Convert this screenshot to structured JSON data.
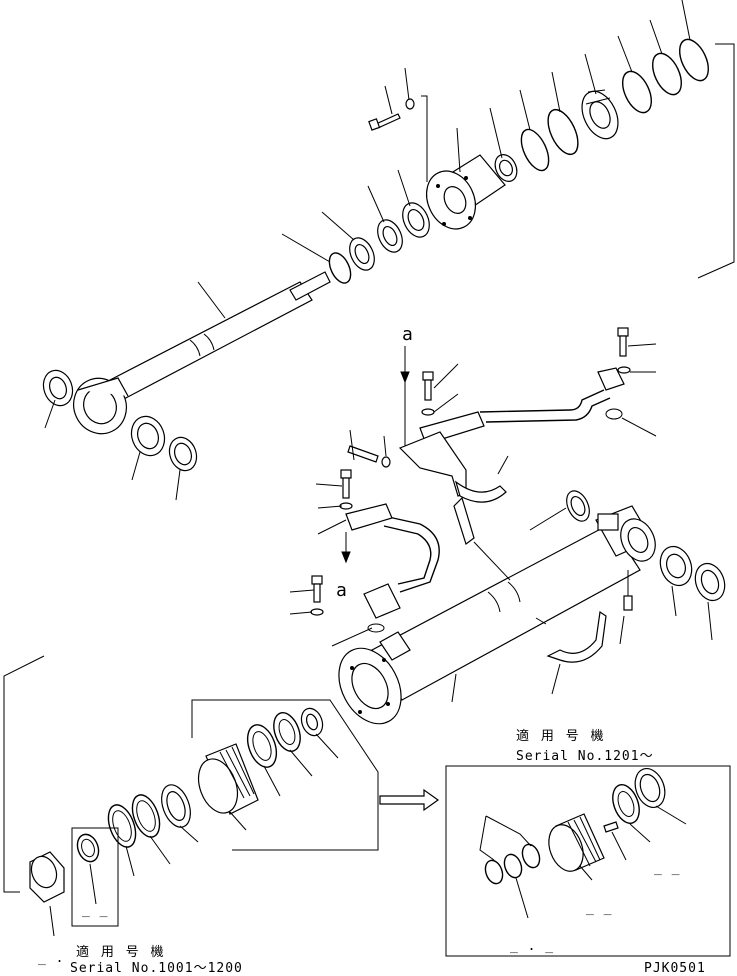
{
  "labels": {
    "view_a_top": "a",
    "view_a_bottom": "a",
    "serial_left_jp": "適 用 号 機",
    "serial_left": "Serial No.1001～1200",
    "serial_right_jp": "適 用 号 機",
    "serial_right": "Serial No.1201～",
    "drawing_code": "PJK0501",
    "mark_left_box": "_ _",
    "mark_bottom_left": "_ .",
    "mark_right_1": "_ _",
    "mark_right_2": "_ _",
    "mark_right_3": "_ . _"
  }
}
